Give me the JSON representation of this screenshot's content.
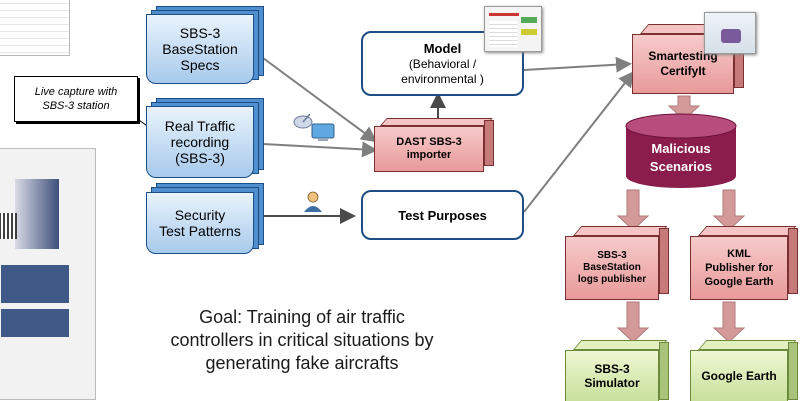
{
  "docs": {
    "specs": "SBS-3\nBaseStation\nSpecs",
    "traffic": "Real Traffic\nrecording\n(SBS-3)",
    "patterns": "Security\nTest Patterns"
  },
  "live_capture": "Live capture with\nSBS-3 station",
  "model": {
    "title": "Model",
    "subtitle": "(Behavioral /\nenvironmental )"
  },
  "test_purposes": "Test Purposes",
  "dast_importer": "DAST SBS-3\nimporter",
  "smartesting": "Smartesting\nCertifyIt",
  "malicious": "Malicious\nScenarios",
  "logs_publisher": "SBS-3\nBaseStation\nlogs publisher",
  "kml_publisher": "KML\nPublisher for\nGoogle Earth",
  "simulator": "SBS-3\nSimulator",
  "google_earth": "Google Earth",
  "goal": "Goal: Training of air traffic\ncontrollers in critical situations by\ngenerating fake aircrafts",
  "colors": {
    "doc_blue": "#4f8fd0",
    "box_border": "#1f4e86",
    "cube_pink": "#e89a9a",
    "db_purple": "#8b1d4d",
    "arrow_pink": "#d49a9a",
    "cube_green": "#c8e09c",
    "connector_gray": "#7f7f7f"
  }
}
